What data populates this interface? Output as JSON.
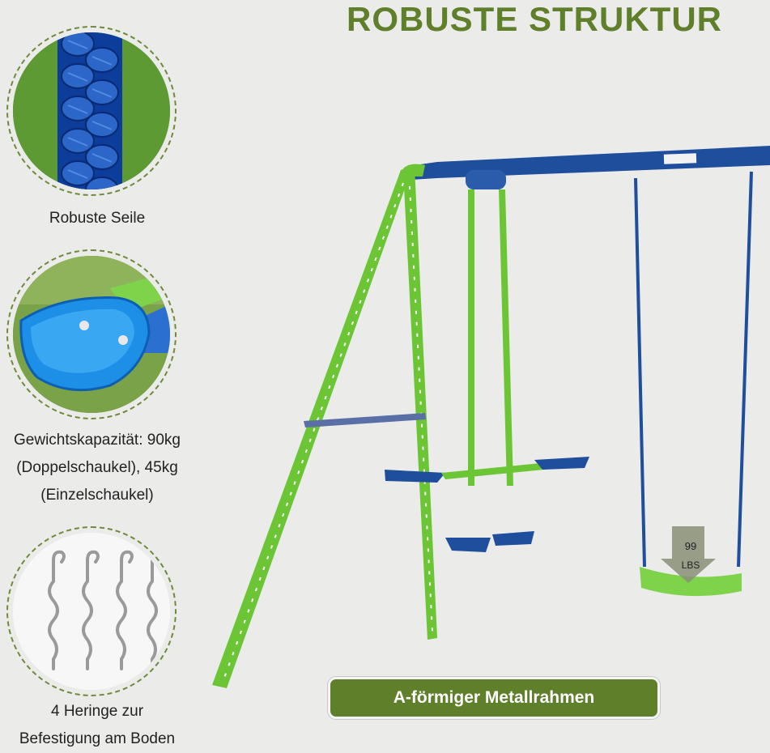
{
  "title": "ROBUSTE STRUKTUR",
  "features": [
    {
      "caption": "Robuste Seile",
      "icon": "braided-rope-icon"
    },
    {
      "caption": "Gewichtskapazität: 90kg (Doppelschaukel), 45kg (Einzelschaukel)",
      "caption_lines": [
        "Gewichtskapazität: 90kg",
        "(Doppelschaukel), 45kg",
        "(Einzelschaukel)"
      ],
      "icon": "seesaw-seat-icon"
    },
    {
      "caption": "4 Heringe zur Befestigung am Boden",
      "caption_lines": [
        "4 Heringe zur",
        "Befestigung am Boden"
      ],
      "icon": "ground-stakes-icon"
    }
  ],
  "weight_label": {
    "value": "99",
    "unit": "LBS"
  },
  "frame_badge": "A-förmiger Metallrahmen",
  "colors": {
    "title_green": "#5f7f2b",
    "frame_green": "#6cc534",
    "frame_blue": "#1f4f9c",
    "background": "#ebebea"
  }
}
